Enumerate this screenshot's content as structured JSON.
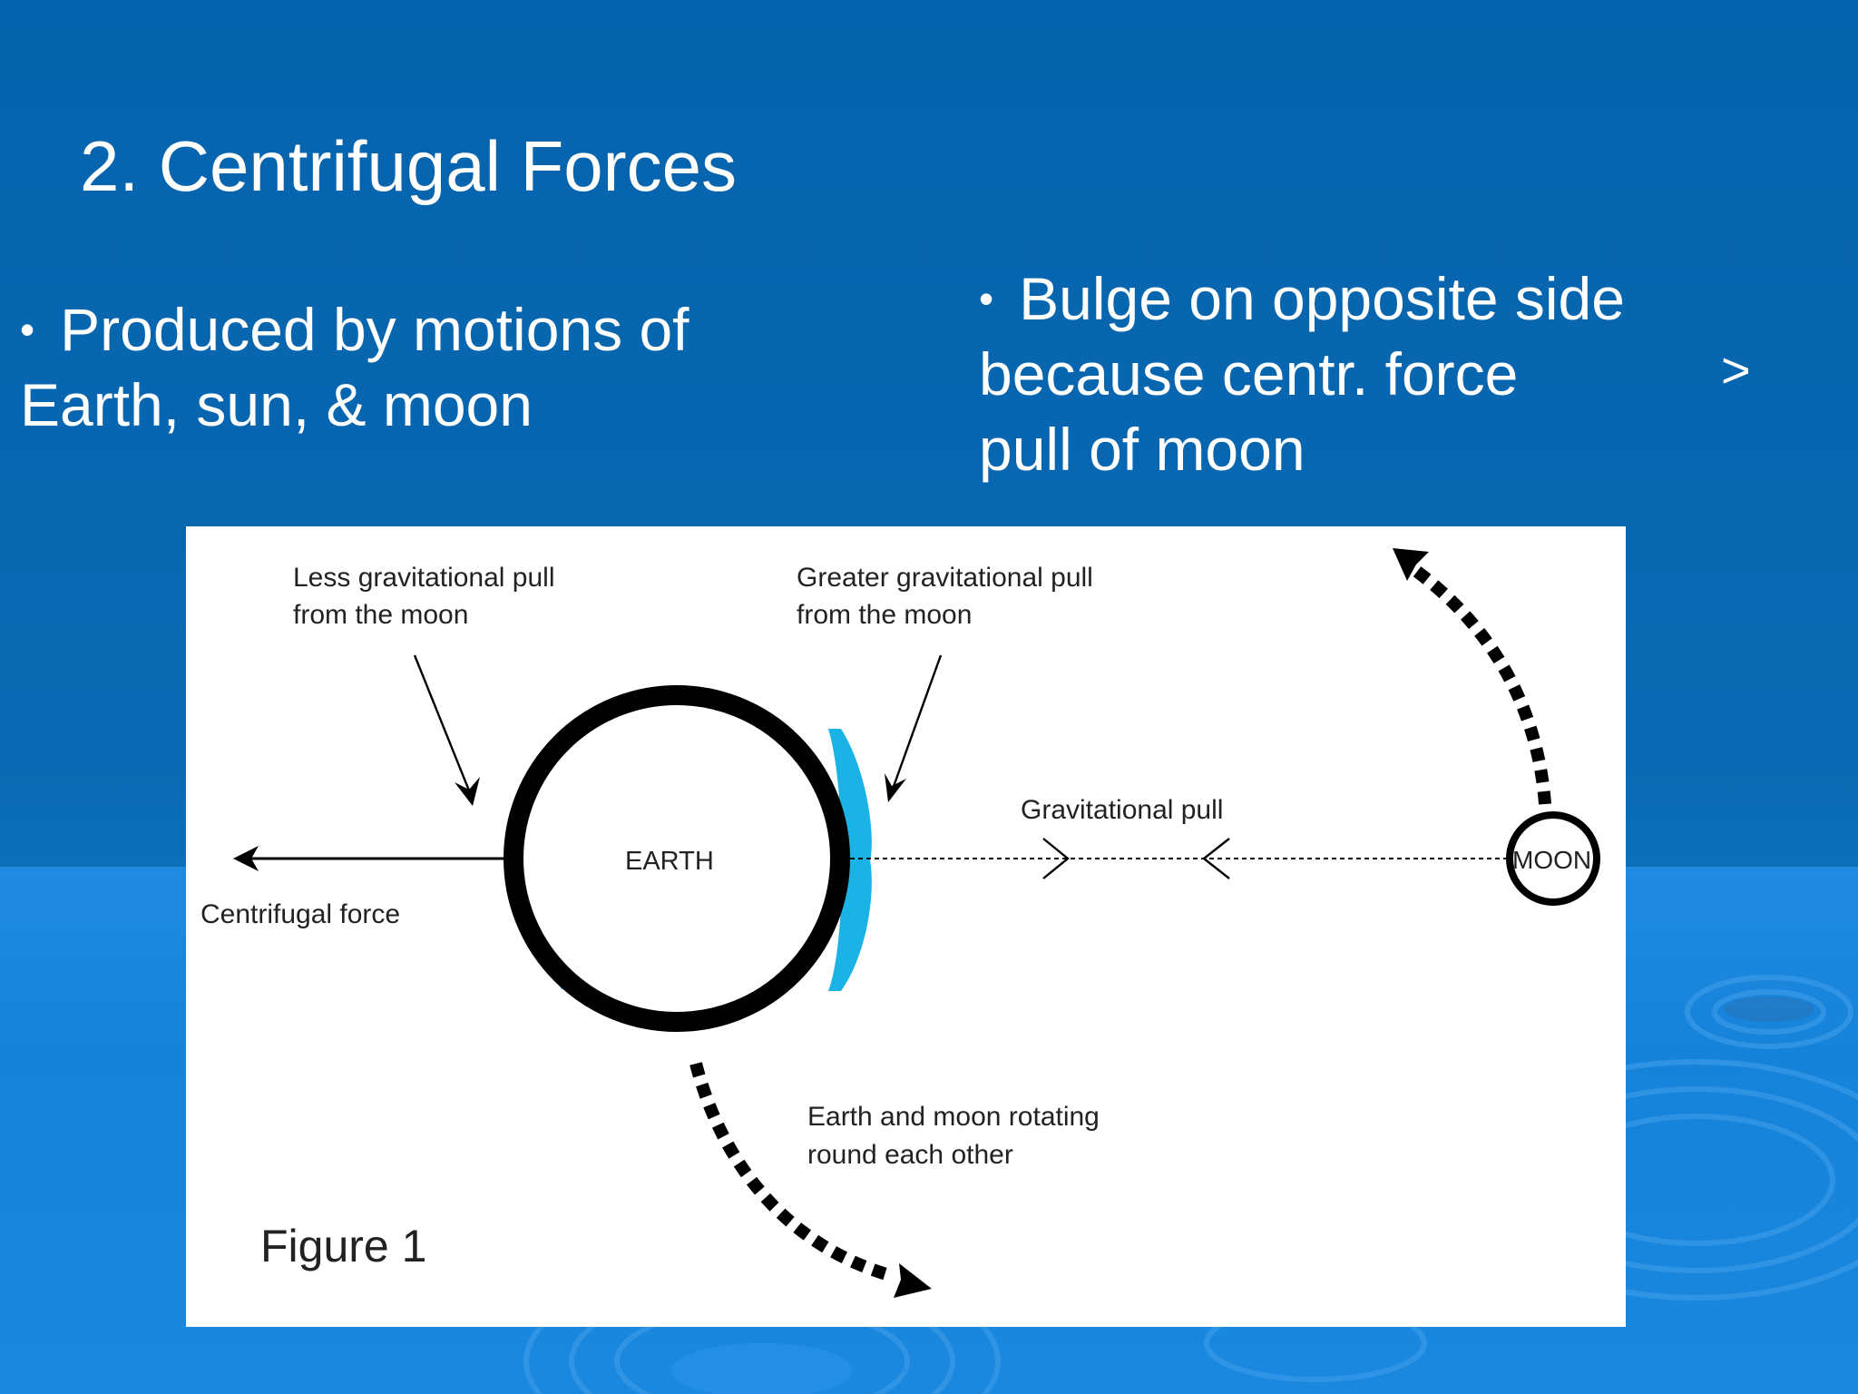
{
  "slide": {
    "title": "2.  Centrifugal Forces",
    "bullet_left": {
      "line1": "Produced by motions of",
      "line2": "Earth, sun, & moon"
    },
    "bullet_right": {
      "line1": "Bulge on opposite side",
      "line2": "because centr. force",
      "line3": "pull of moon",
      "symbol": ">"
    },
    "bullet_glyph": "•"
  },
  "figure": {
    "label_less_pull_line1": "Less gravitational pull",
    "label_less_pull_line2": "from the moon",
    "label_greater_pull_line1": "Greater gravitational pull",
    "label_greater_pull_line2": "from the moon",
    "label_earth": "EARTH",
    "label_moon": "MOON",
    "label_grav_pull": "Gravitational pull",
    "label_centrifugal": "Centrifugal force",
    "label_rotation_line1": "Earth and moon rotating",
    "label_rotation_line2": "round each other",
    "caption": "Figure 1",
    "colors": {
      "bulge": "#1bb3e6",
      "outline": "#000000"
    }
  },
  "colors": {
    "background_top": "#0663ad",
    "background_water": "#1683da",
    "text": "#ffffff"
  }
}
